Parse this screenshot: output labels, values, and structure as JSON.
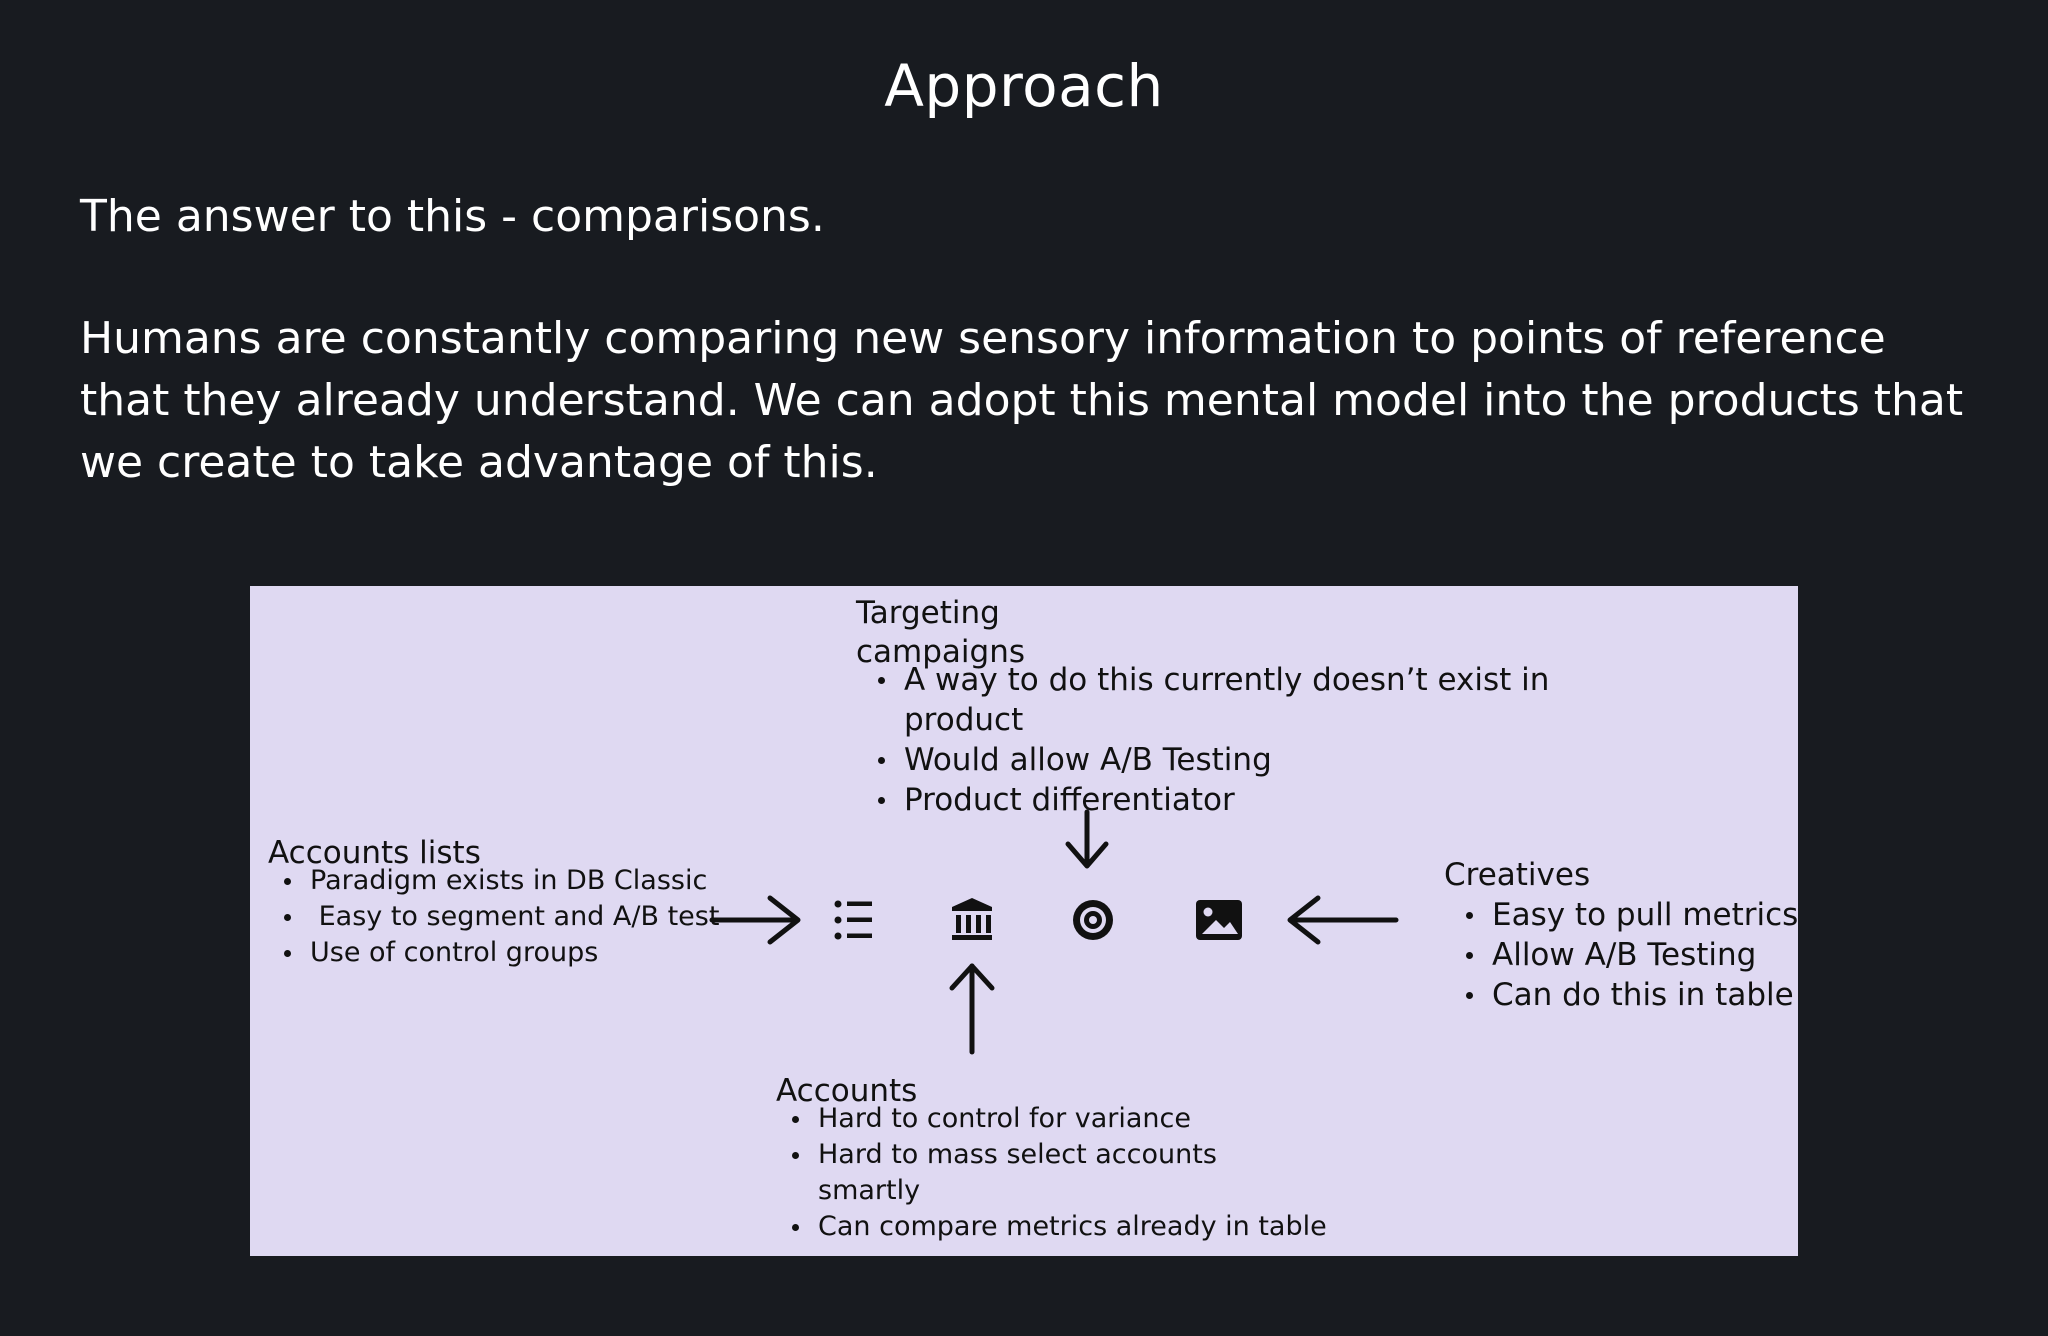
{
  "title": "Approach",
  "intro": "The answer to this - comparisons.",
  "paragraph": "Humans are constantly comparing new sensory information to points of reference that they already understand. We can adopt this mental model into the products that we create to take advantage of this.",
  "diagram": {
    "background": "#dfd9f2",
    "targeting": {
      "heading": "Targeting campaigns",
      "points": [
        "A way to do this currently doesn’t exist in product",
        "Would allow A/B Testing",
        "Product differentiator"
      ]
    },
    "accounts_lists": {
      "heading": "Accounts lists",
      "points": [
        "Paradigm exists in DB Classic",
        " Easy to segment and A/B test",
        "Use of control groups"
      ]
    },
    "creatives": {
      "heading": "Creatives",
      "points": [
        "Easy to pull metrics",
        "Allow A/B Testing",
        "Can do this in table"
      ]
    },
    "accounts": {
      "heading": "Accounts",
      "points": [
        "Hard to control for variance",
        "Hard to mass select accounts smartly",
        "Can compare metrics already in table"
      ]
    },
    "icons": [
      "list-icon",
      "bank-icon",
      "target-icon",
      "image-icon"
    ]
  }
}
